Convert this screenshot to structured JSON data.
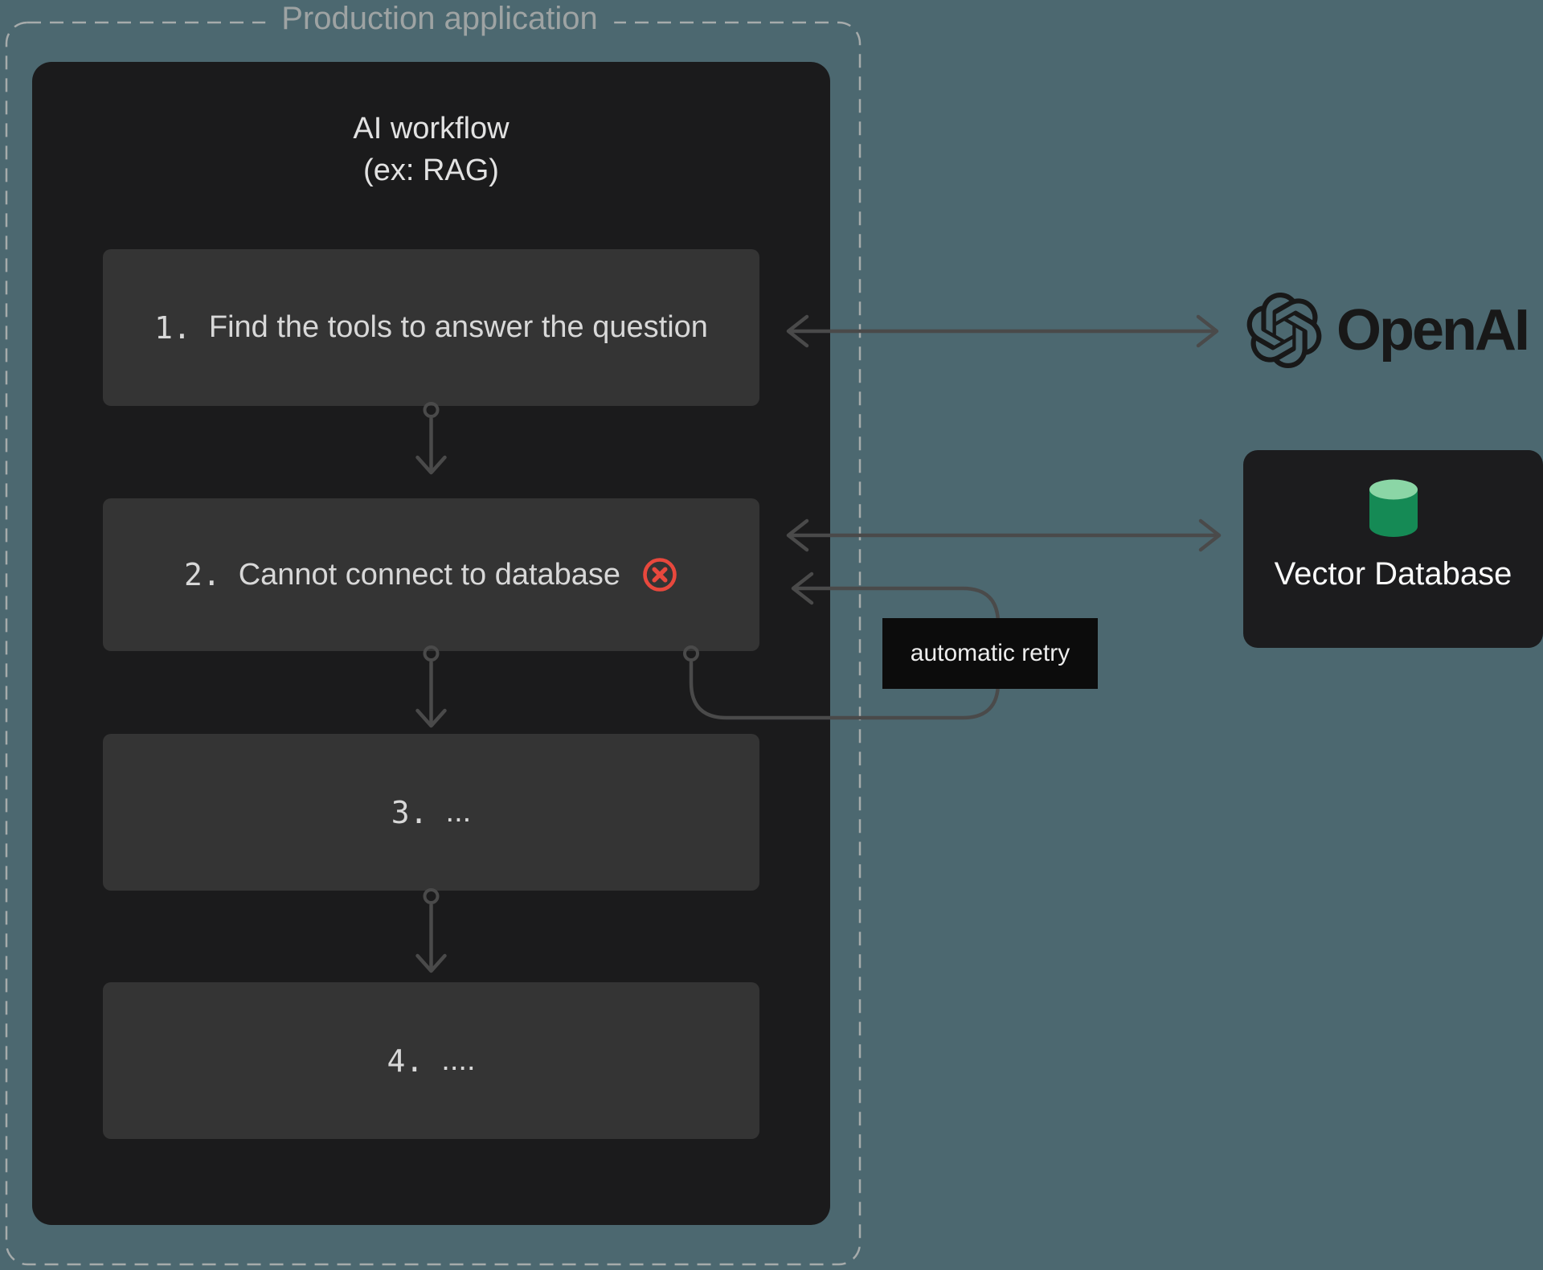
{
  "production_app": {
    "label": "Production application"
  },
  "workflow": {
    "title_line1": "AI workflow",
    "title_line2": "(ex: RAG)",
    "steps": [
      {
        "number": "1.",
        "text": "Find the tools to answer the question"
      },
      {
        "number": "2.",
        "text": "Cannot connect to database"
      },
      {
        "number": "3.",
        "text": "..."
      },
      {
        "number": "4.",
        "text": "...."
      }
    ]
  },
  "retry": {
    "label": "automatic retry"
  },
  "openai": {
    "wordmark": "OpenAI"
  },
  "vector_db": {
    "label": "Vector Database"
  },
  "colors": {
    "background": "#4C6870",
    "panel": "#1B1B1C",
    "step_box": "#343434",
    "connector": "#4A4A4A",
    "dashed_border": "#A6ABAB",
    "error_red": "#E8483D",
    "db_green_top": "#8BD6A6",
    "db_green_body": "#158A55",
    "retry_label_bg": "#0C0C0C"
  }
}
